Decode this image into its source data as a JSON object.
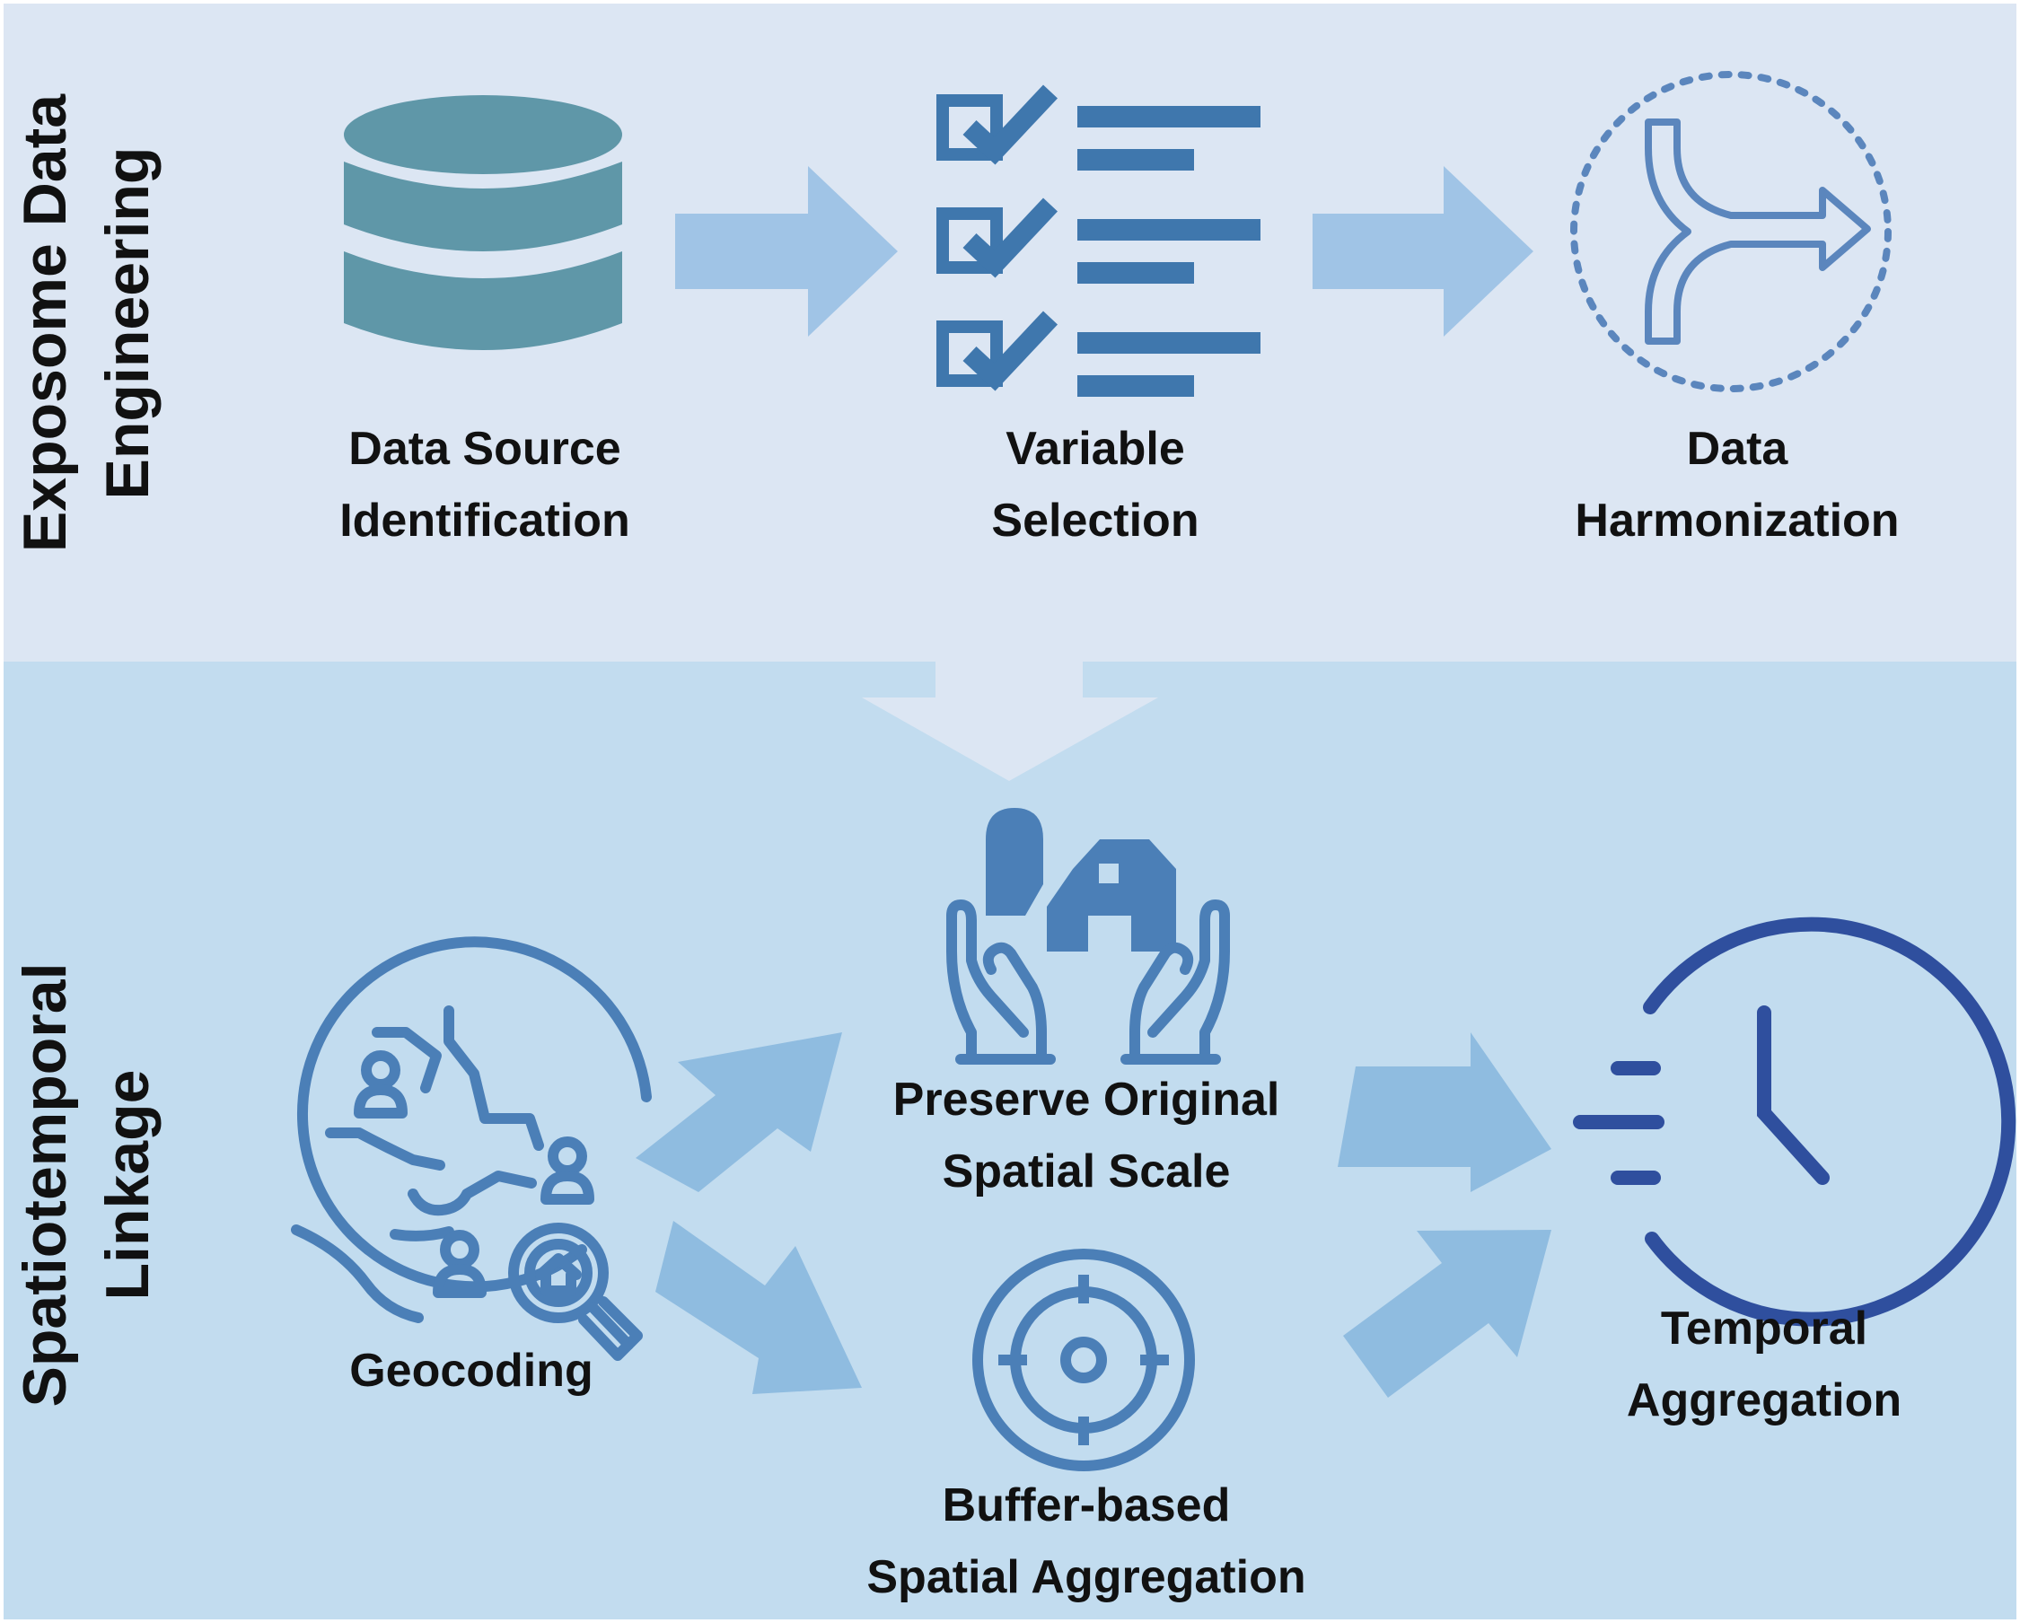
{
  "sections": {
    "top": {
      "title_line1": "Exposome Data",
      "title_line2": "Engineering"
    },
    "bottom": {
      "title_line1": "Spatiotemporal",
      "title_line2": "Linkage"
    }
  },
  "steps": {
    "data_source": {
      "line1": "Data Source",
      "line2": "Identification",
      "icon": "database-icon"
    },
    "variable_selection": {
      "line1": "Variable",
      "line2": "Selection",
      "icon": "checklist-icon"
    },
    "harmonization": {
      "line1": "Data",
      "line2": "Harmonization",
      "icon": "merge-arrow-icon"
    },
    "geocoding": {
      "line1": "Geocoding",
      "icon": "globe-search-icon"
    },
    "preserve": {
      "line1": "Preserve Original",
      "line2": "Spatial Scale",
      "icon": "hands-barn-icon"
    },
    "buffer": {
      "line1": "Buffer-based",
      "line2": "Spatial Aggregation",
      "icon": "target-icon"
    },
    "temporal": {
      "line1": "Temporal",
      "line2": "Aggregation",
      "icon": "fast-clock-icon"
    }
  },
  "colors": {
    "top_background": "#dce6f3",
    "bottom_background": "#c2dcef",
    "database": "#5f97a8",
    "icon_blue": "#4b7fb7",
    "clock_blue": "#2f4f9e",
    "arrow_light": "#a0c4e6",
    "arrow_bottom": "#8fbce0",
    "down_arrow": "#dce6f3"
  }
}
